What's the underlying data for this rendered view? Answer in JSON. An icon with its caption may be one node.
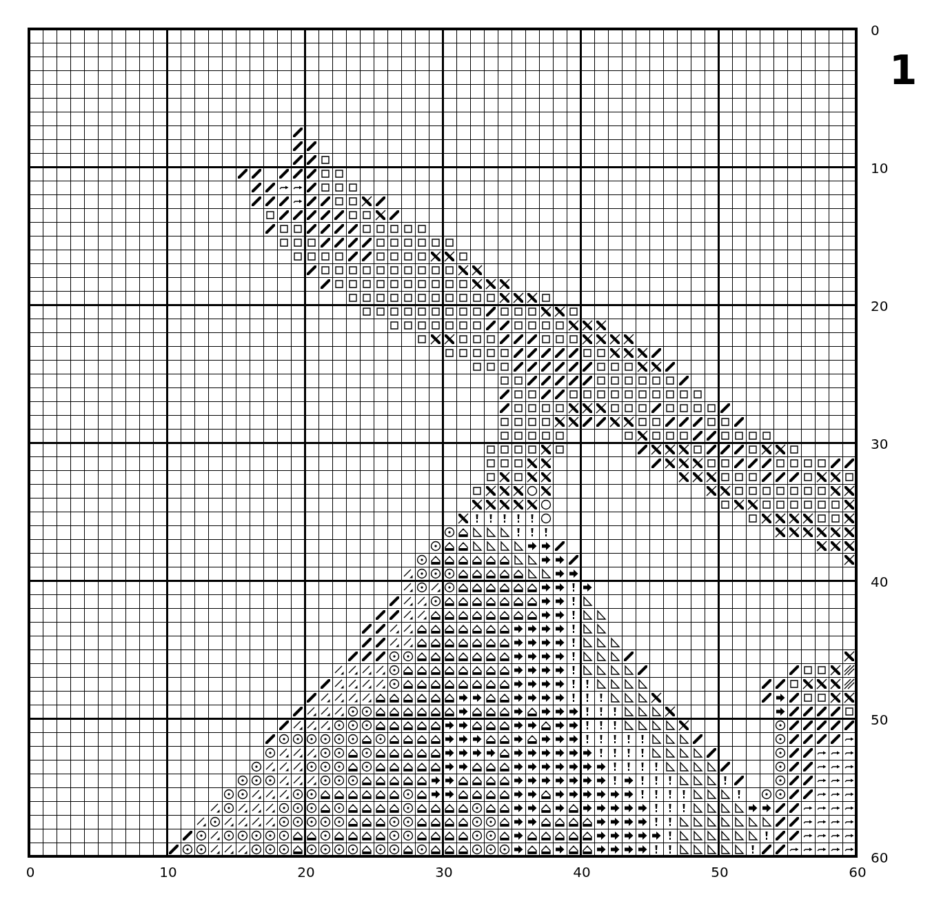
{
  "diagram": {
    "labels": [
      "0",
      "1",
      "10",
      "20",
      "30",
      "40",
      "50",
      "60",
      "0",
      "10",
      "20",
      "30",
      "40",
      "50",
      "60"
    ]
  }
}
